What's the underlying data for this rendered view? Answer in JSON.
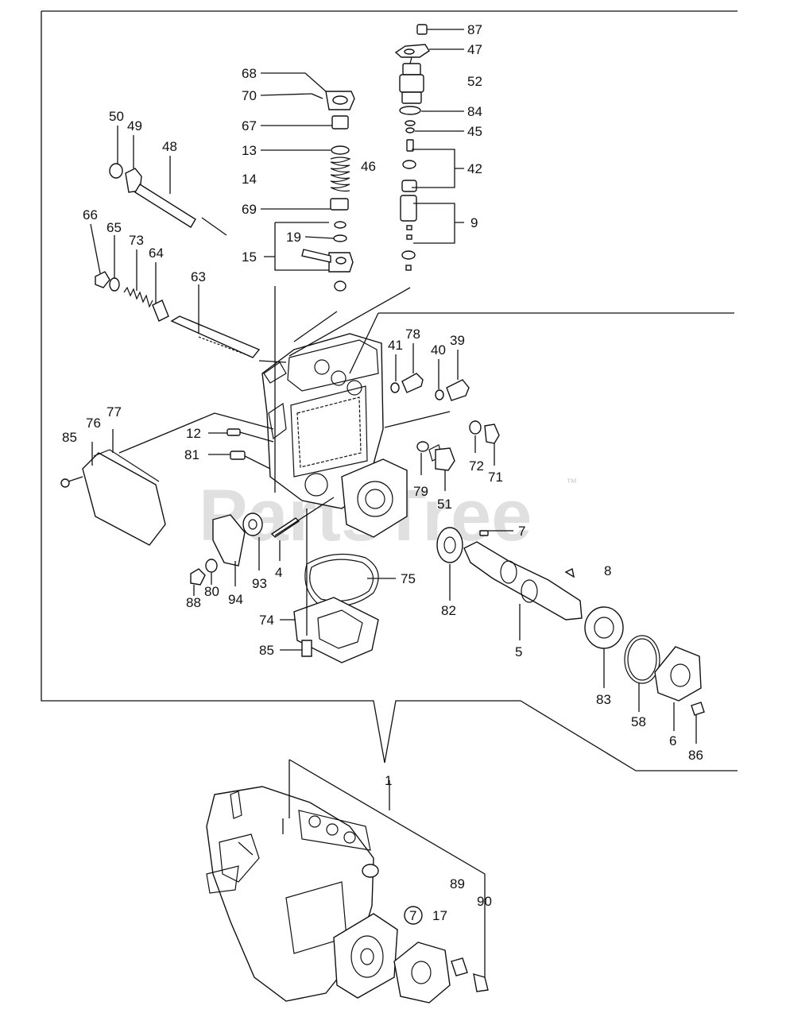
{
  "watermark": {
    "text": "PartsTree",
    "trademark": "™"
  },
  "labels": {
    "l87": "87",
    "l47": "47",
    "l52": "52",
    "l84": "84",
    "l45": "45",
    "l42": "42",
    "l9": "9",
    "l68": "68",
    "l70": "70",
    "l67": "67",
    "l13": "13",
    "l14": "14",
    "l46": "46",
    "l69": "69",
    "l19": "19",
    "l15": "15",
    "l50": "50",
    "l49": "49",
    "l48": "48",
    "l66": "66",
    "l65": "65",
    "l73": "73",
    "l64": "64",
    "l63": "63",
    "l41": "41",
    "l78": "78",
    "l40": "40",
    "l39": "39",
    "l12": "12",
    "l81": "81",
    "l85a": "85",
    "l76": "76",
    "l77": "77",
    "l72": "72",
    "l71": "71",
    "l79": "79",
    "l51": "51",
    "l7a": "7",
    "l8": "8",
    "l82": "82",
    "l5": "5",
    "l93": "93",
    "l4": "4",
    "l94": "94",
    "l88": "88",
    "l80": "80",
    "l75": "75",
    "l74": "74",
    "l85b": "85",
    "l83": "83",
    "l58": "58",
    "l6": "6",
    "l86": "86",
    "l1": "1",
    "l89": "89",
    "l90": "90",
    "l7b": "7",
    "l17": "17"
  }
}
